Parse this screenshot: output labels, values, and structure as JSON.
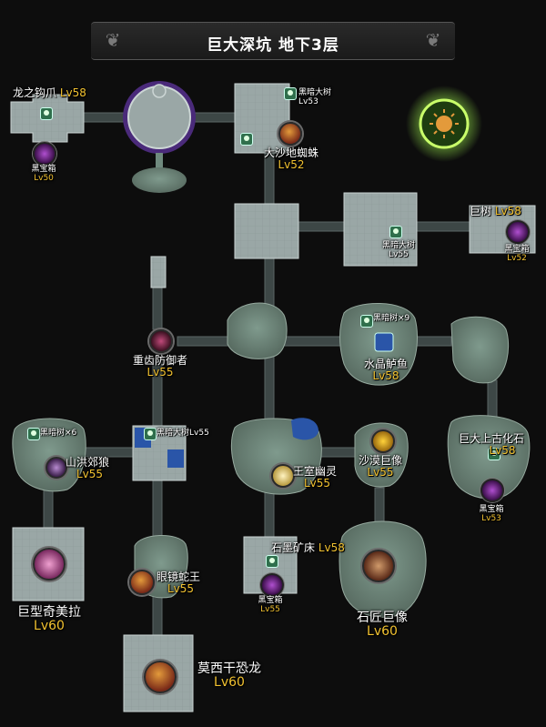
{
  "title": "巨大深坑  地下3层",
  "colors": {
    "room_stone": "#9aa7a6",
    "room_cave": "#6f8a7e",
    "corridor": "#3d4746",
    "accent_label": "#f2c230",
    "sun_glow": "#a6ff52"
  },
  "icons": {
    "sun": "sun-icon",
    "chest": "black-chest-icon",
    "tree": "dark-tree-icon"
  },
  "labels": {
    "dragon_claw": {
      "name": "龙之钩爪",
      "lv": "Lv58"
    },
    "chest_tl": {
      "name": "黑宝箱",
      "lv": "Lv50"
    },
    "dark_tree_top": {
      "name": "黑暗大树",
      "lv": "Lv53"
    },
    "sand_spider": {
      "name": "大沙地蜘蛛",
      "lv": "Lv52"
    },
    "dark_tree_mid": {
      "name": "黑暗大树",
      "lv": "Lv55"
    },
    "giant_tree": {
      "name": "巨树",
      "lv": "Lv58"
    },
    "chest_right": {
      "name": "黑宝箱",
      "lv": "Lv52"
    },
    "heavy_defender": {
      "name": "重齿防御者",
      "lv": "Lv55"
    },
    "dark_tree_x9": {
      "name": "黑暗树×9"
    },
    "crystal_piranha": {
      "name": "水晶鲈鱼",
      "lv": "Lv58"
    },
    "dark_tree_x6": {
      "name": "黑暗树×6"
    },
    "flood_wolf": {
      "name": "山洪郊狼",
      "lv": "Lv55"
    },
    "dark_tree_lv55": {
      "name": "黑暗大树Lv55"
    },
    "royal_ghost": {
      "name": "王室幽灵",
      "lv": "Lv55"
    },
    "desert_statue": {
      "name": "沙漠巨像",
      "lv": "Lv55"
    },
    "ancient_fossil": {
      "name": "巨大上古化石",
      "lv": "Lv58"
    },
    "chest_far_right": {
      "name": "黑宝箱",
      "lv": "Lv53"
    },
    "giant_kimera": {
      "name": "巨型奇美拉",
      "lv": "Lv60"
    },
    "mirror_snake": {
      "name": "眼镜蛇王",
      "lv": "Lv55"
    },
    "graphite_ore": {
      "name": "石墨矿床",
      "lv": "Lv58"
    },
    "chest_bottom": {
      "name": "黑宝箱",
      "lv": "Lv55"
    },
    "mason_statue": {
      "name": "石匠巨像",
      "lv": "Lv60"
    },
    "mosi_dragon": {
      "name": "莫西干恐龙",
      "lv": "Lv60"
    }
  }
}
